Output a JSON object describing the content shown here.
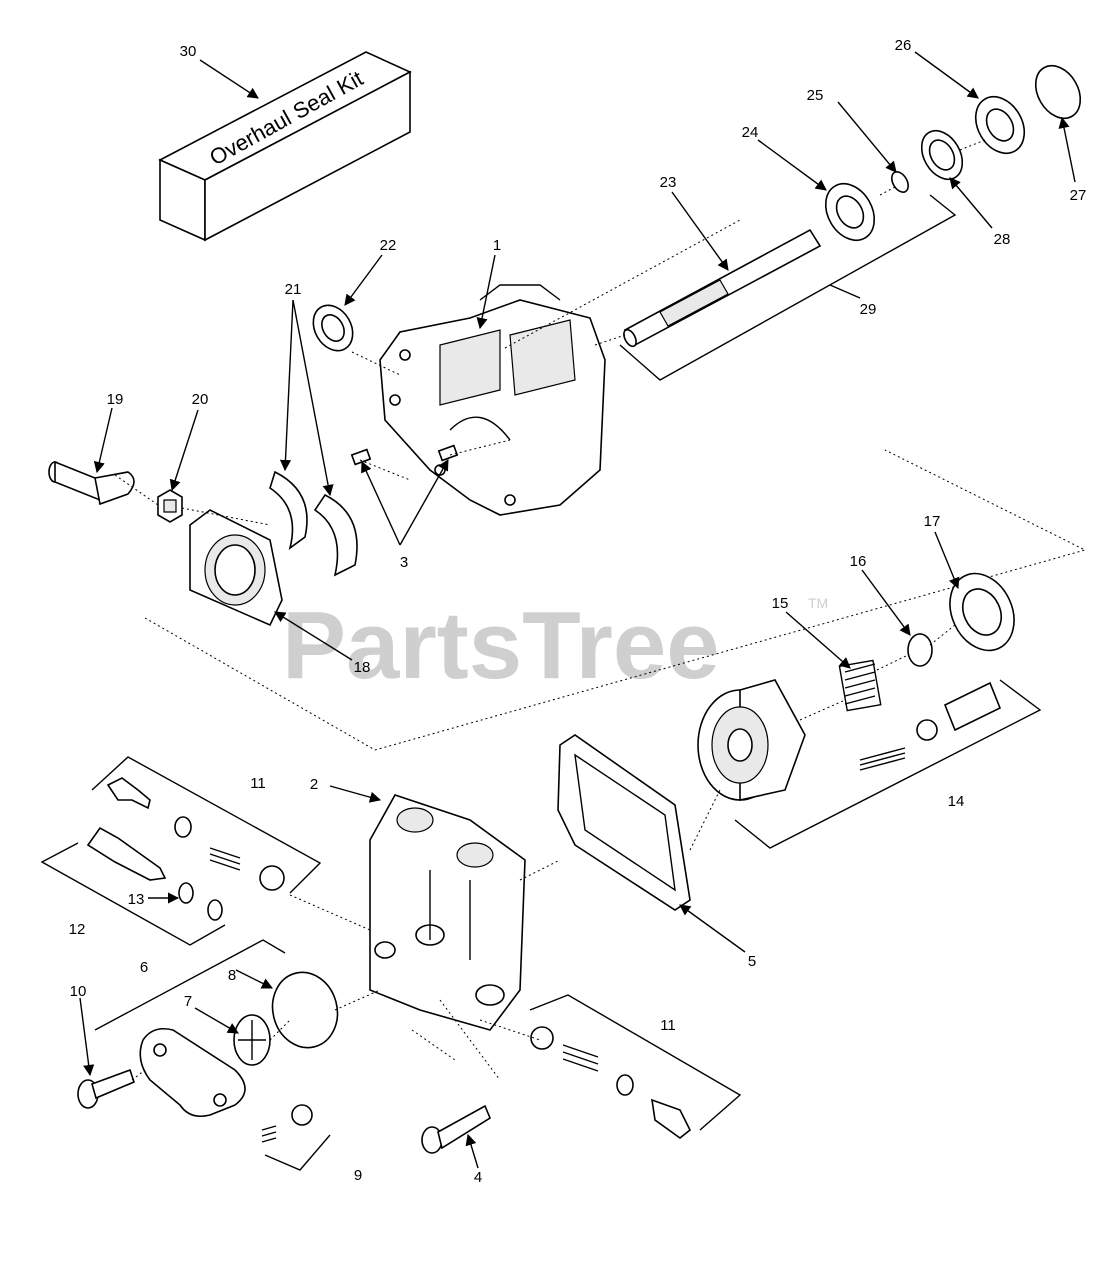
{
  "watermark": {
    "text": "PartsTree",
    "tm": "TM"
  },
  "kit_label": "Overhaul Seal Kit",
  "callouts": {
    "c1": "1",
    "c2": "2",
    "c3": "3",
    "c4": "4",
    "c5": "5",
    "c6": "6",
    "c7": "7",
    "c8": "8",
    "c9": "9",
    "c10": "10",
    "c11a": "11",
    "c11b": "11",
    "c12": "12",
    "c13": "13",
    "c14": "14",
    "c15": "15",
    "c16": "16",
    "c17": "17",
    "c18": "18",
    "c19": "19",
    "c20": "20",
    "c21": "21",
    "c22": "22",
    "c23": "23",
    "c24": "24",
    "c25": "25",
    "c26": "26",
    "c27": "27",
    "c28": "28",
    "c29": "29",
    "c30": "30"
  },
  "colors": {
    "line": "#000000",
    "watermark": "#cfcfcf",
    "background": "#ffffff"
  }
}
